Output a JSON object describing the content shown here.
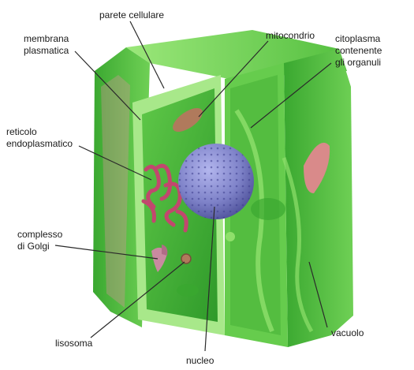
{
  "labels": {
    "parete_cellulare": "parete cellulare",
    "membrana_plasmatica": "membrana\nplasmatica",
    "mitocondrio": "mitocondrio",
    "citoplasma": "citoplasma\ncontenente\ngli organuli",
    "reticolo_endoplasmatico": "reticolo\nendoplasmatico",
    "complesso_di_golgi": "complesso\ndi Golgi",
    "lisosoma": "lisosoma",
    "nucleo": "nucleo",
    "vacuolo": "vacuolo"
  },
  "colors": {
    "cell_green_dark": "#2f9a2a",
    "cell_green_mid": "#4fbf3c",
    "cell_green_light": "#8fe06b",
    "wall_green": "#a8e88a",
    "nucleus": "#7f83c9",
    "nucleus_dots": "#3e3f8f",
    "reticulum": "#c2476e",
    "mitochondrion": "#b07a5c",
    "vacuole_streak": "#d98a8a",
    "leader_line": "#2a2a2a"
  }
}
